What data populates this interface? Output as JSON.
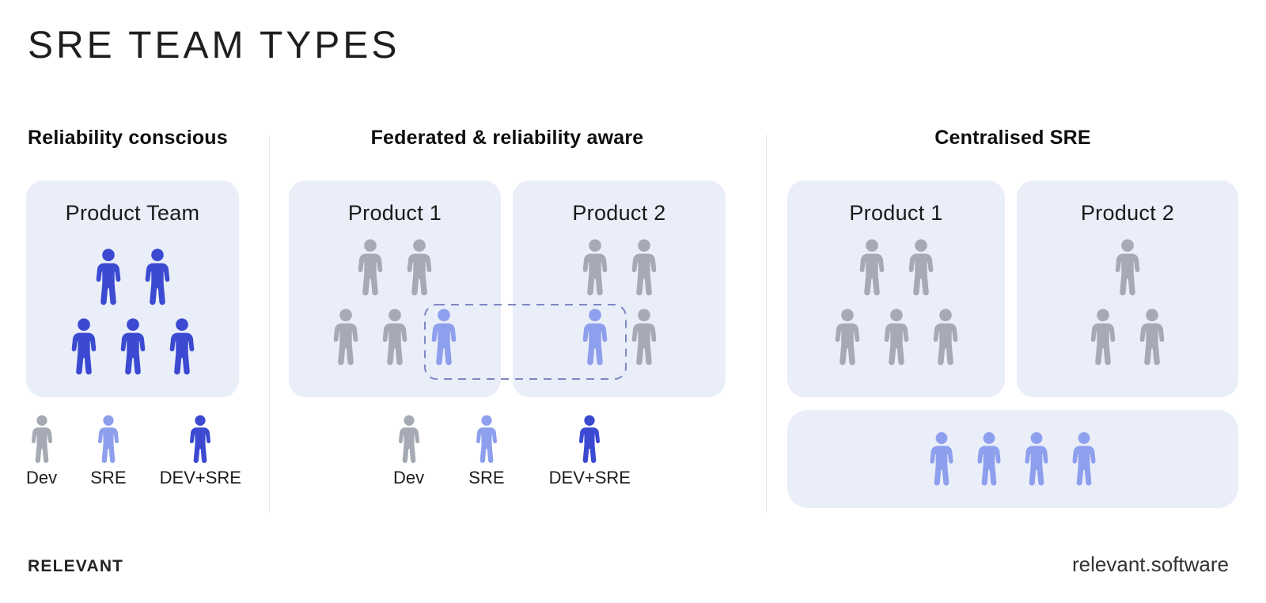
{
  "title": "SRE TEAM TYPES",
  "colors": {
    "dev": "#A6AAB4",
    "sre": "#8E9FED",
    "dev_sre": "#3B4AD1",
    "card_bg": "#E9EEF9",
    "outline": "#7D87C3"
  },
  "sections": [
    {
      "heading": "Reliability conscious",
      "cards": [
        {
          "title": "Product Team",
          "rows": [
            [
              "dev_sre",
              "dev_sre"
            ],
            [
              "dev_sre",
              "dev_sre",
              "dev_sre"
            ]
          ]
        }
      ]
    },
    {
      "heading": "Federated & reliability aware",
      "cards": [
        {
          "title": "Product 1",
          "rows": [
            [
              "dev",
              "dev"
            ],
            [
              "dev",
              "dev",
              "sre"
            ]
          ]
        },
        {
          "title": "Product 2",
          "rows": [
            [
              "dev",
              "dev"
            ],
            [
              "sre",
              "dev"
            ]
          ]
        }
      ]
    },
    {
      "heading": "Centralised SRE",
      "cards": [
        {
          "title": "Product 1",
          "rows": [
            [
              "dev",
              "dev"
            ],
            [
              "dev",
              "dev",
              "dev"
            ]
          ]
        },
        {
          "title": "Product 2",
          "rows": [
            [
              "dev"
            ],
            [
              "dev",
              "dev"
            ]
          ]
        }
      ],
      "pool": {
        "rows": [
          [
            "sre",
            "sre",
            "sre",
            "sre"
          ]
        ]
      }
    }
  ],
  "legend": {
    "items": [
      {
        "label": "Dev",
        "type": "dev"
      },
      {
        "label": "SRE",
        "type": "sre"
      },
      {
        "label": "DEV+SRE",
        "type": "dev_sre"
      }
    ]
  },
  "footer": {
    "brand": "RELEVANT",
    "website": "relevant.software"
  }
}
